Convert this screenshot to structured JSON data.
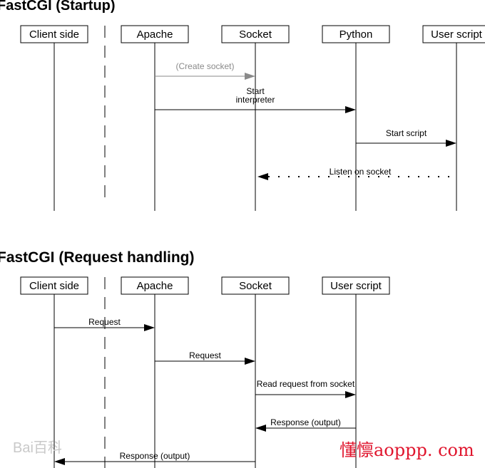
{
  "sections": [
    {
      "title": "FastCGI (Startup)",
      "lanes": [
        "Client side",
        "Apache",
        "Socket",
        "Python",
        "User script"
      ],
      "messages": [
        {
          "text": [
            "(Create socket)"
          ],
          "from": 1,
          "to": 2,
          "style": "gray"
        },
        {
          "text": [
            "Start",
            "interpreter"
          ],
          "from": 1,
          "to": 3,
          "style": "solid"
        },
        {
          "text": [
            "Start script"
          ],
          "from": 3,
          "to": 4,
          "style": "solid"
        },
        {
          "text": [
            "Listen on socket"
          ],
          "from": 4,
          "to": 2,
          "style": "dotted"
        }
      ]
    },
    {
      "title": "FastCGI (Request handling)",
      "lanes": [
        "Client side",
        "Apache",
        "Socket",
        "User script"
      ],
      "messages": [
        {
          "text": [
            "Request"
          ],
          "from": 0,
          "to": 1,
          "style": "solid"
        },
        {
          "text": [
            "Request"
          ],
          "from": 1,
          "to": 2,
          "style": "solid"
        },
        {
          "text": [
            "Read request from socket"
          ],
          "from": 2,
          "to": 3,
          "style": "solid"
        },
        {
          "text": [
            "Response (output)"
          ],
          "from": 3,
          "to": 2,
          "style": "solid"
        },
        {
          "text": [
            "Response (output)"
          ],
          "from": 2,
          "to": 0,
          "style": "solid"
        }
      ]
    }
  ],
  "watermarks": {
    "left": "Bai百科",
    "right": "懂懔aoppp. com"
  }
}
